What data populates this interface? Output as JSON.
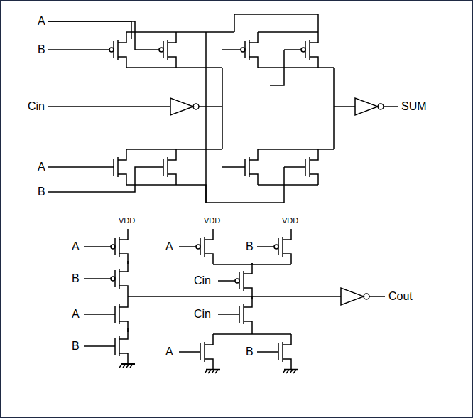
{
  "diagram": {
    "labels": [
      "A",
      "B",
      "Cin",
      "SUM",
      "A",
      "B",
      "VDD",
      "VDD",
      "VDD",
      "A",
      "A",
      "B",
      "B",
      "Cin",
      "Cout",
      "A",
      "Cin",
      "B",
      "A",
      "B"
    ]
  }
}
